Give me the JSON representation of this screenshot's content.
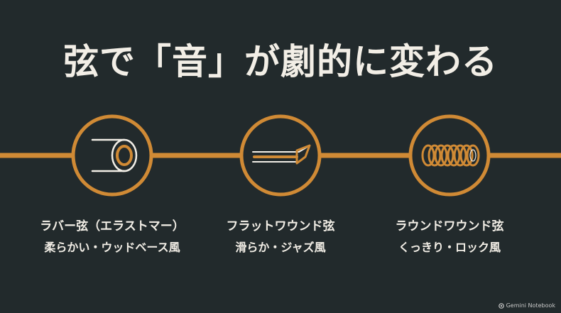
{
  "title": "弦で「音」が劇的に変わる",
  "accent_color": "#d08a35",
  "background_color": "#222a2c",
  "items": [
    {
      "icon": "rubber-string-icon",
      "name": "ラバー弦（エラストマー）",
      "desc": "柔らかい・ウッドベース風"
    },
    {
      "icon": "flatwound-string-icon",
      "name": "フラットワウンド弦",
      "desc": "滑らか・ジャズ風"
    },
    {
      "icon": "roundwound-string-icon",
      "name": "ラウンドワウンド弦",
      "desc": "くっきり・ロック風"
    }
  ],
  "watermark": "Gemini Notebook"
}
